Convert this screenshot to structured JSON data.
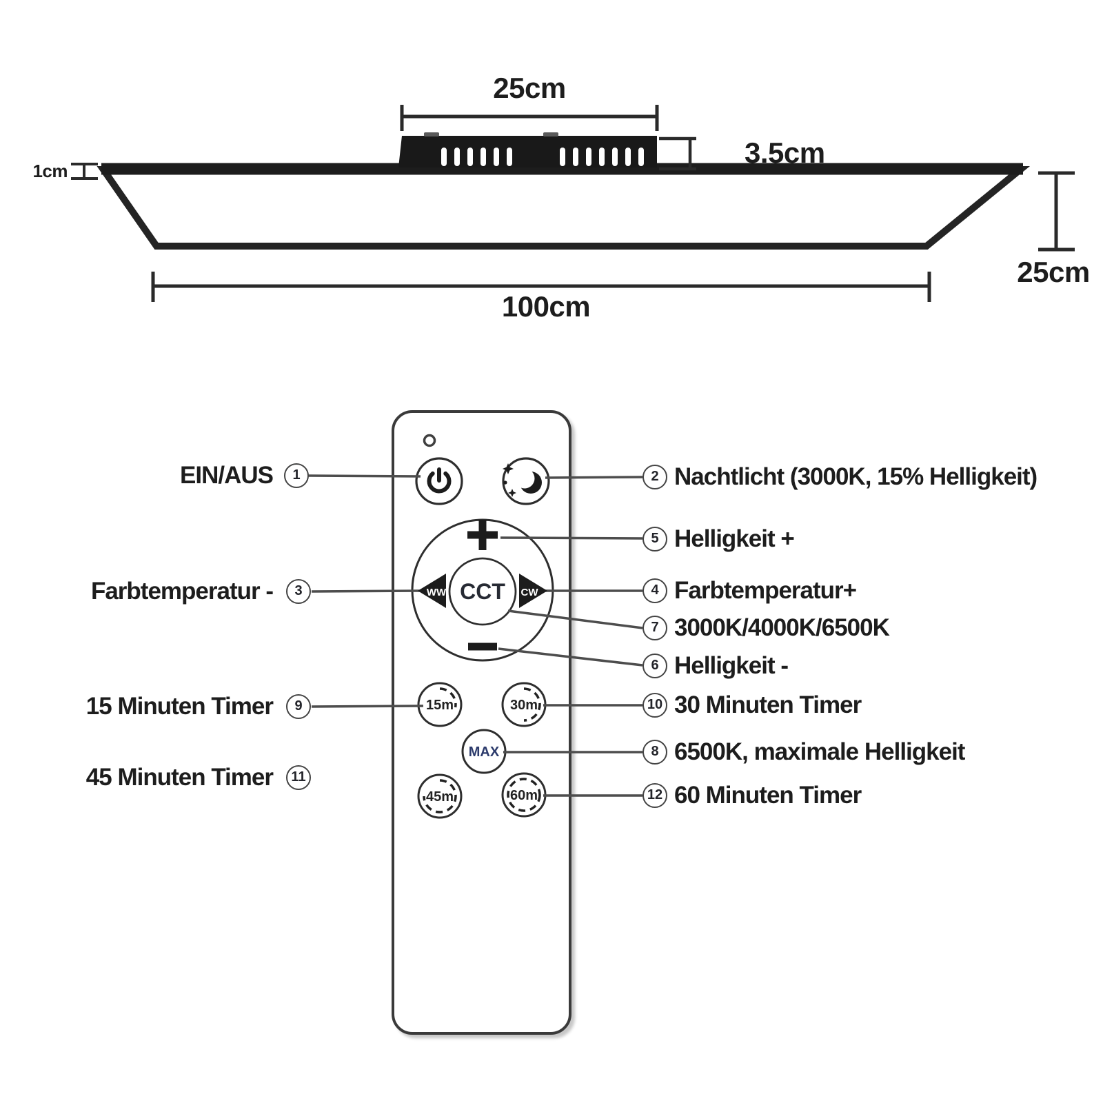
{
  "panel_dims": {
    "box_width": "25cm",
    "box_height": "3.5cm",
    "frame_thickness": "1cm",
    "panel_length": "100cm",
    "panel_depth": "25cm"
  },
  "remote": {
    "cct": "CCT",
    "ww": "WW",
    "cw": "CW",
    "max": "MAX",
    "timer15": "15m",
    "timer30": "30m",
    "timer45": "45m",
    "timer60": "60m"
  },
  "callouts": {
    "left": [
      {
        "num": "1",
        "label": "EIN/AUS"
      },
      {
        "num": "3",
        "label": "Farbtemperatur -"
      },
      {
        "num": "9",
        "label": "15 Minuten Timer"
      },
      {
        "num": "11",
        "label": "45 Minuten Timer"
      }
    ],
    "right": [
      {
        "num": "2",
        "label": "Nachtlicht (3000K, 15% Helligkeit)"
      },
      {
        "num": "5",
        "label": "Helligkeit +"
      },
      {
        "num": "4",
        "label": "Farbtemperatur+"
      },
      {
        "num": "7",
        "label": "3000K/4000K/6500K"
      },
      {
        "num": "6",
        "label": "Helligkeit -"
      },
      {
        "num": "10",
        "label": "30 Minuten Timer"
      },
      {
        "num": "8",
        "label": "6500K, maximale Helligkeit"
      },
      {
        "num": "12",
        "label": "60 Minuten Timer"
      }
    ]
  },
  "colors": {
    "ink": "#1d1d1d",
    "panel": "#191919",
    "callout_line": "#4d4d4d"
  }
}
